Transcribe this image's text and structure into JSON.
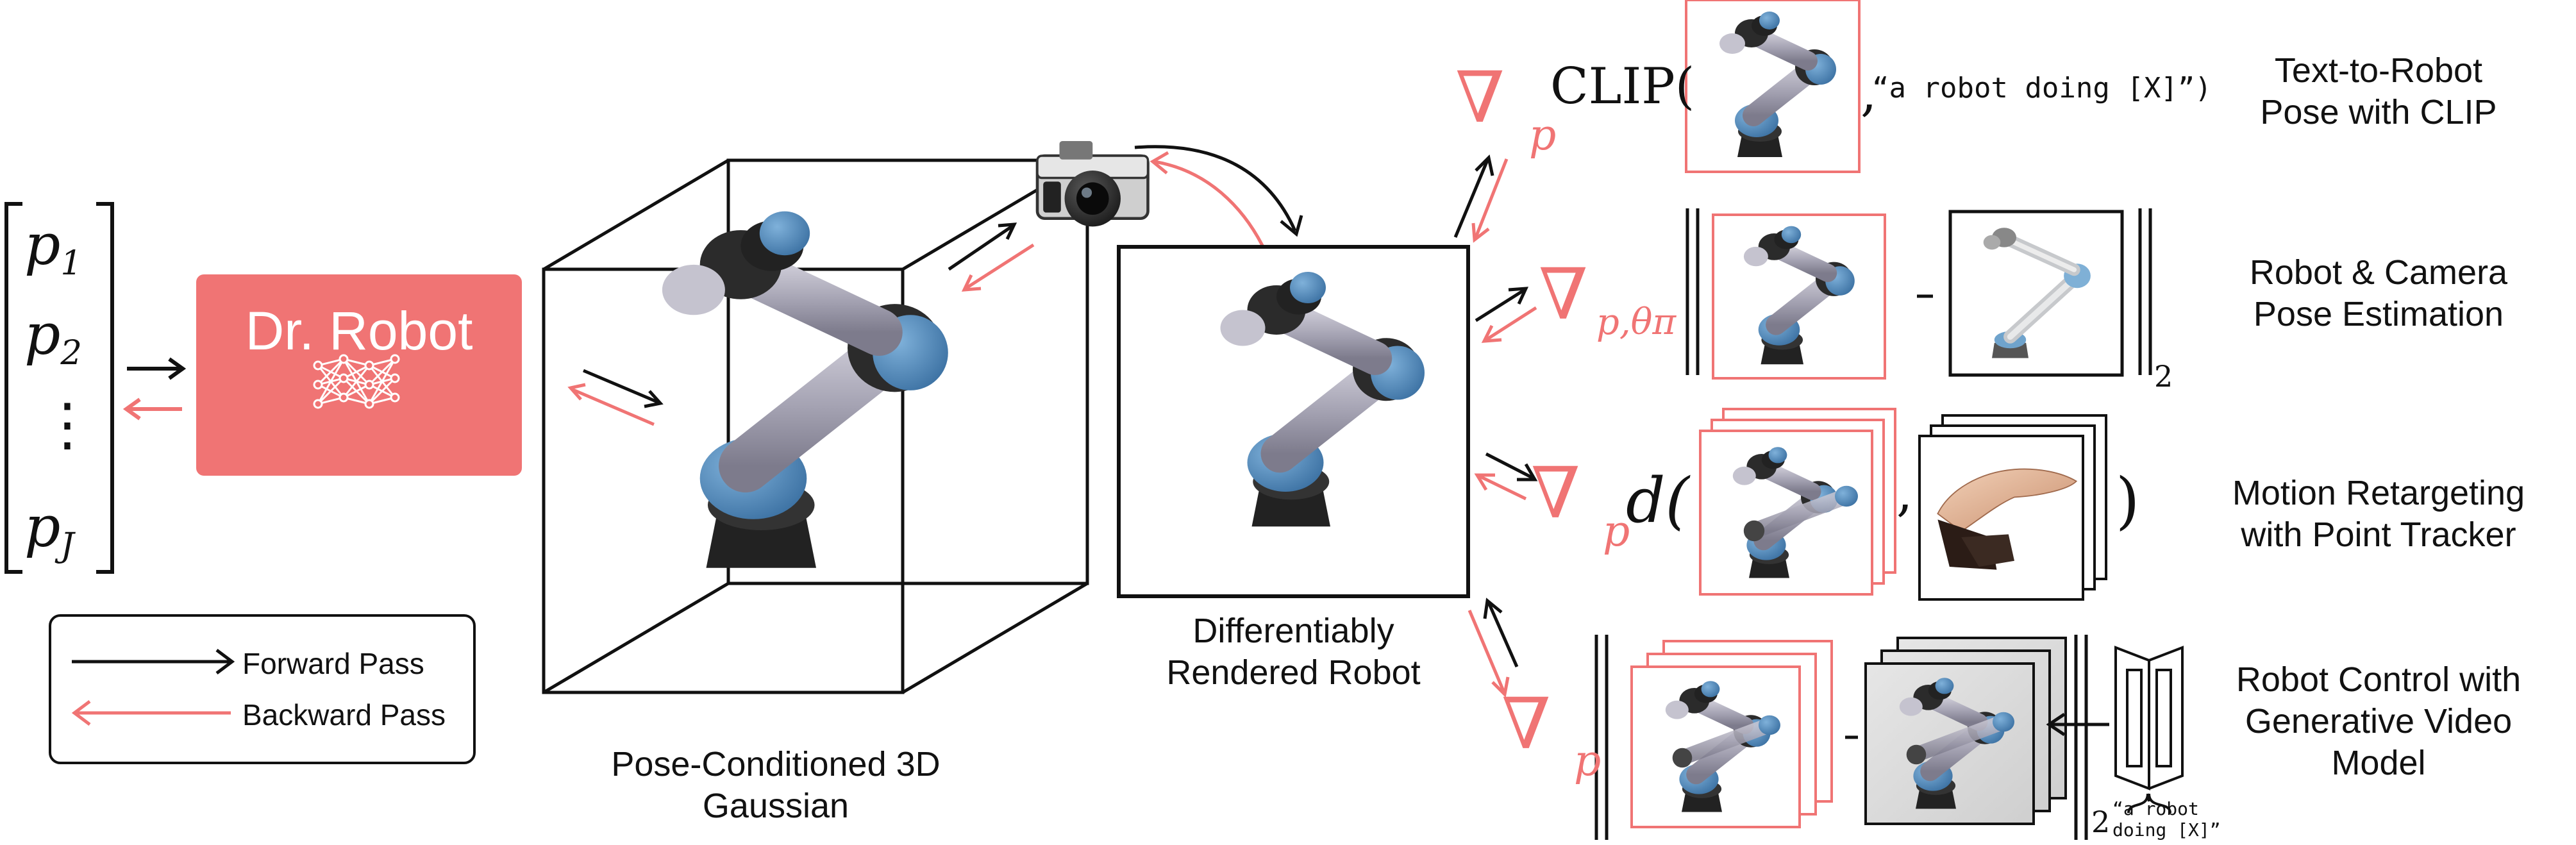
{
  "input_vector": {
    "entries": [
      "p1",
      "p2",
      "⋮",
      "pJ"
    ]
  },
  "model_box": {
    "label": "Dr. Robot",
    "icon": "neural-network-icon"
  },
  "legend": {
    "forward": "Forward Pass",
    "backward": "Backward Pass"
  },
  "gaussian_caption": {
    "line1": "Pose-Conditioned 3D",
    "line2": "Gaussian"
  },
  "render_caption": {
    "line1": "Differentiably",
    "line2": "Rendered Robot"
  },
  "tasks": [
    {
      "title_line1": "Text-to-Robot",
      "title_line2": "Pose with CLIP",
      "title_line3": "",
      "func": "CLIP(",
      "prompt": "“a robot doing [X]”)"
    },
    {
      "title_line1": "Robot & Camera",
      "title_line2": "Pose Estimation",
      "title_line3": "",
      "subscript": "p,θπ",
      "norm_sub": "2"
    },
    {
      "title_line1": "Motion Retargeting",
      "title_line2": "with Point Tracker",
      "title_line3": "",
      "func": "d("
    },
    {
      "title_line1": "Robot Control with",
      "title_line2": "Generative Video",
      "title_line3": "Model",
      "norm_sub": "2",
      "video_prompt_line1": "“a robot",
      "video_prompt_line2": "doing [X]”"
    }
  ],
  "colors": {
    "accent": "#f07474",
    "ink": "#111111",
    "robot_blue": "#4f86b8",
    "robot_grey": "#a8a6b4"
  }
}
